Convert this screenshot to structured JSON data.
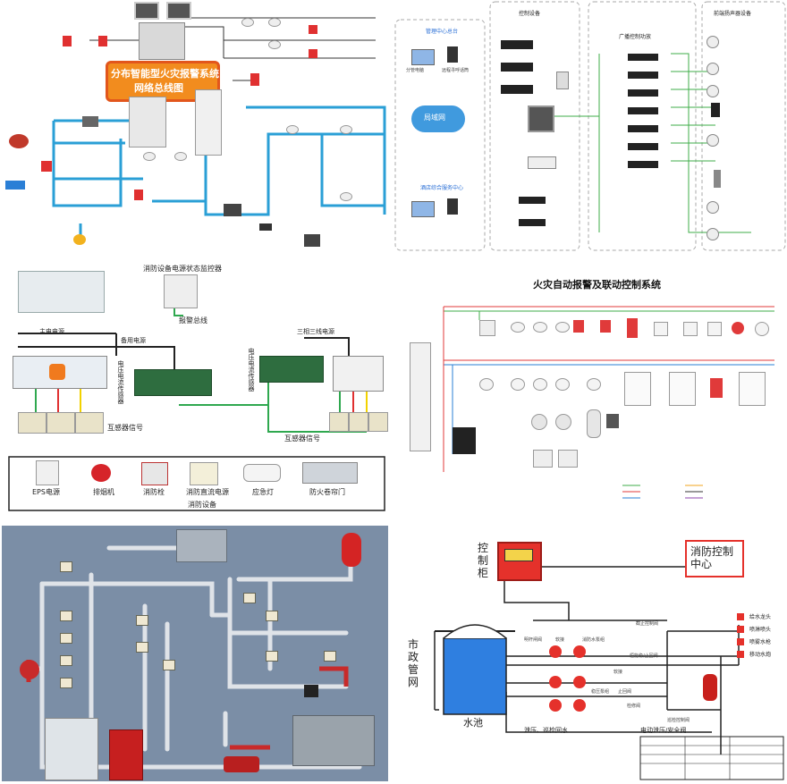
{
  "p1": {
    "title_line1": "分布智能型火灾报警系统",
    "title_line2": "网络总线图",
    "colors": {
      "bus": "#2a9fd6",
      "title_bg": "#f28c1e",
      "title_border": "#e2561c"
    }
  },
  "p2": {
    "section_control": "控制设备",
    "section_broadcast": "广播控制功放",
    "section_front": "前端扬声器设备",
    "mgmt_center": "管理中心总台",
    "hotel_center": "酒店综合服务中心",
    "cloud_label": "局域网",
    "device_labels": [
      "分管电脑",
      "远程寻呼话筒"
    ],
    "colors": {
      "line": "#3fae49",
      "cloud": "#1e88d8"
    }
  },
  "p3": {
    "top_title": "消防设备电源状态监控器",
    "bus_label": "报警总线",
    "main_power": "主电电源",
    "backup_power": "备用电源",
    "three_phase": "三相三线电源",
    "sensor_left": "电压电流传感器",
    "sensor_right": "电压电流传感器",
    "signal_left": "互感器信号",
    "signal_right": "互感器信号",
    "equipment_items": [
      "EPS电源",
      "排烟机",
      "消防栓",
      "消防直流电源",
      "应急灯",
      "防火卷帘门"
    ],
    "equipment_title": "消防设备",
    "colors": {
      "green": "#2fa84f",
      "red": "#e03030",
      "yellow": "#f2d200"
    }
  },
  "p4": {
    "title": "火灾自动报警及联动控制系统",
    "colors": {
      "red": "#e03a3a",
      "green": "#3fae49",
      "blue": "#2a7fd6"
    }
  },
  "p6": {
    "cabinet_label": "控制柜",
    "center_label": "消防控制中心",
    "municipal_label": "市政管网",
    "pool_label": "水池",
    "bottom_label": "泄压、巡检回水",
    "valve_label": "电动泄压/安全阀",
    "pump_labels": [
      "明杆闸阀",
      "软接",
      "消防水泵组",
      "截止控制阀",
      "软接",
      "稳压泵组",
      "止回阀",
      "恒能稳/止回阀",
      "检修阀",
      "巡检控制阀"
    ],
    "outlets": [
      "给水龙头",
      "喷淋喷头",
      "喷雾水枪",
      "移动水炮"
    ],
    "colors": {
      "pipe": "#222222",
      "water": "#2f7fe0",
      "cabinet": "#e5312b"
    }
  }
}
